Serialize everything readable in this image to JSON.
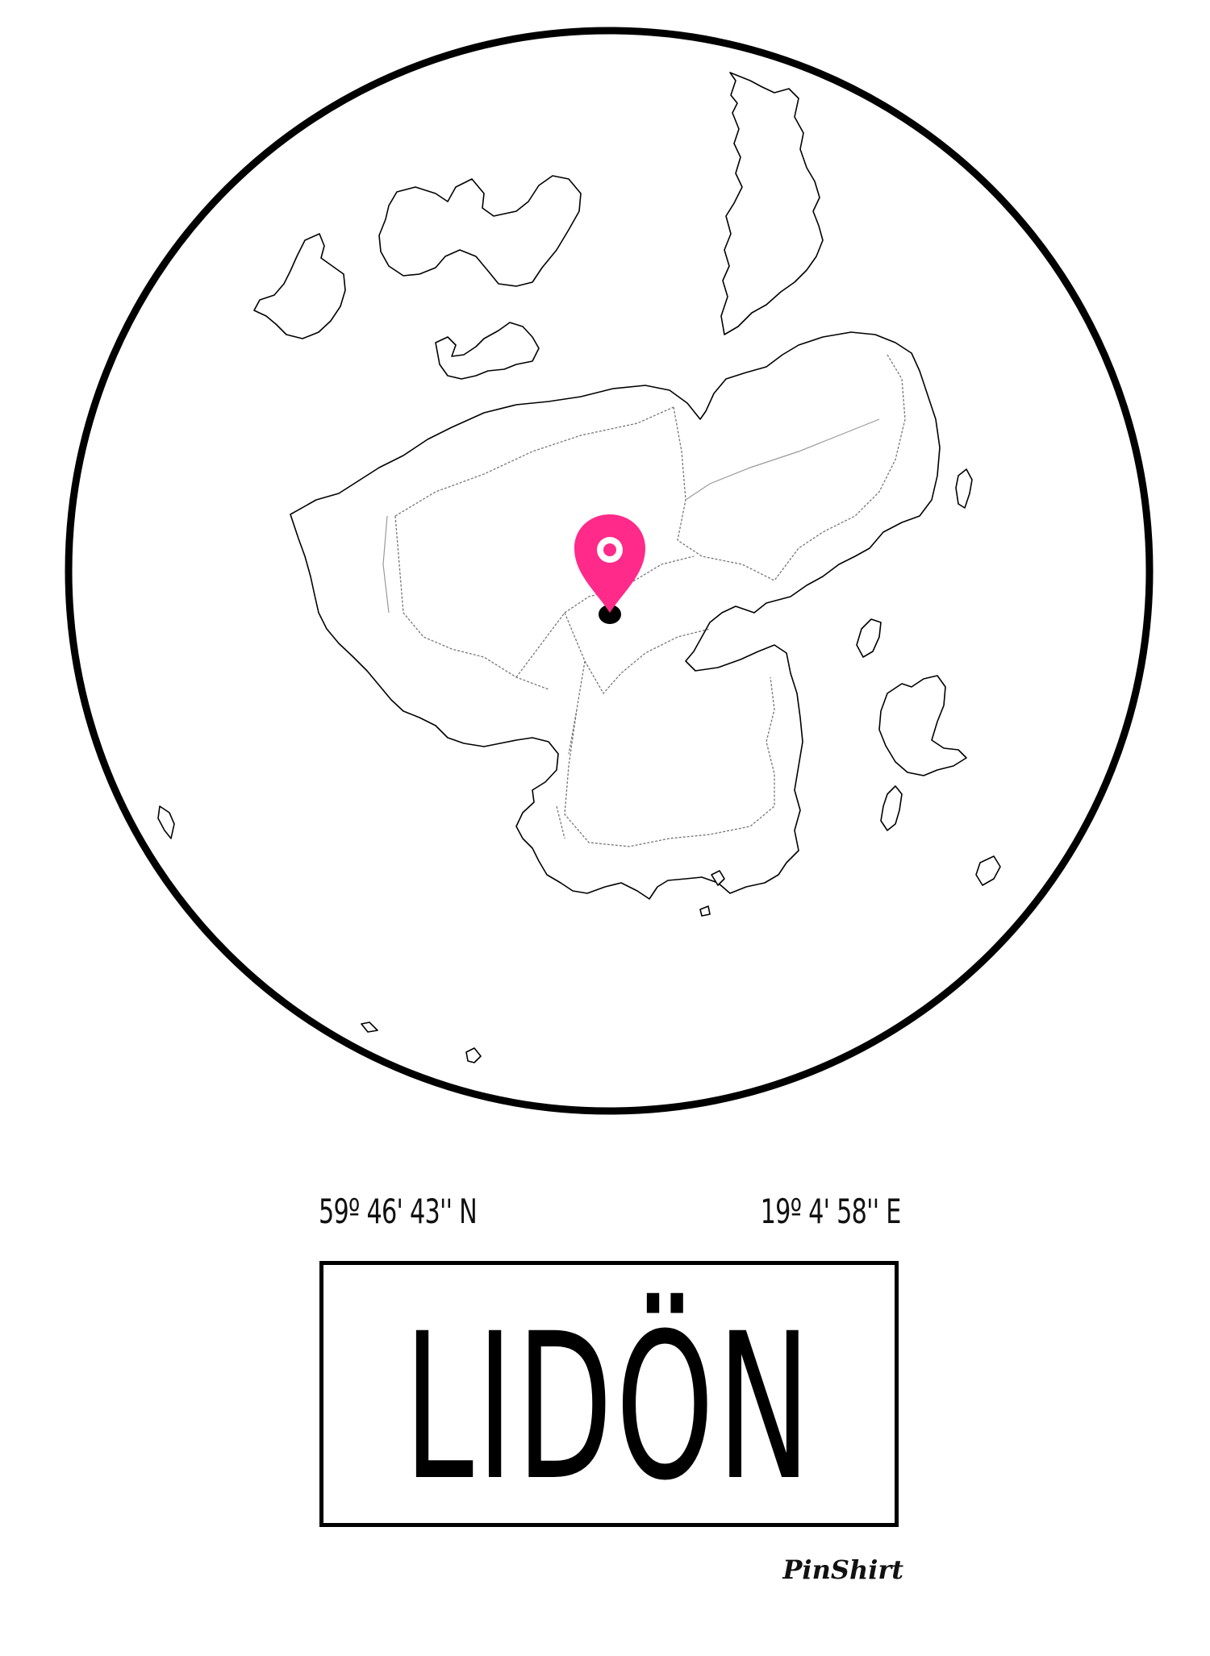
{
  "map": {
    "marker_color": "#ff2a8a",
    "frame_color": "#000000"
  },
  "coordinates": {
    "latitude": "59º 46' 43'' N",
    "longitude": "19º 4' 58'' E"
  },
  "place_name": "LIDÖN",
  "brand": "PinShirt"
}
